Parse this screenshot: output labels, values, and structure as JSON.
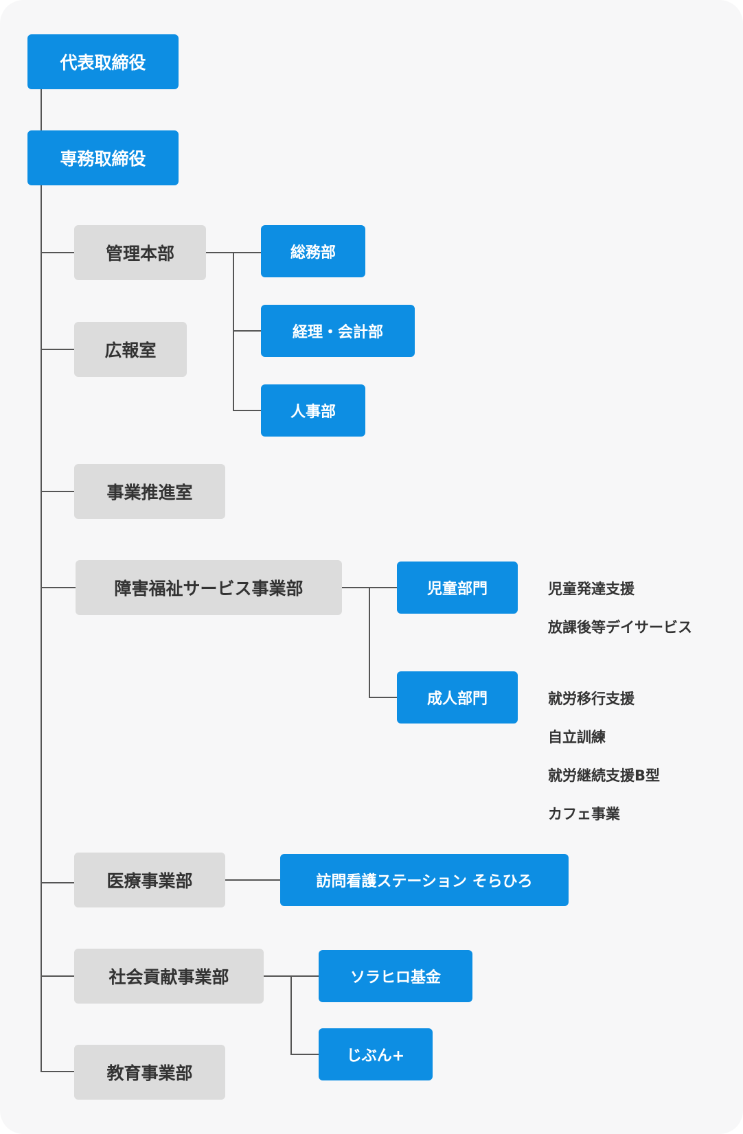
{
  "colors": {
    "primary": "#0d8ee3",
    "secondary_box": "#dcdcdc",
    "background": "#f7f7f8",
    "line": "#555555"
  },
  "executives": {
    "ceo": "代表取締役",
    "managing_director": "専務取締役"
  },
  "divisions": {
    "admin": "管理本部",
    "pr": "広報室",
    "biz_promo": "事業推進室",
    "welfare": "障害福祉サービス事業部",
    "medical": "医療事業部",
    "social": "社会貢献事業部",
    "education": "教育事業部"
  },
  "admin_units": {
    "general_affairs": "総務部",
    "accounting": "経理・会計部",
    "hr": "人事部"
  },
  "welfare_units": {
    "child": "児童部門",
    "adult": "成人部門"
  },
  "child_services": [
    "児童発達支援",
    "放課後等デイサービス"
  ],
  "adult_services": [
    "就労移行支援",
    "自立訓練",
    "就労継続支援B型",
    "カフェ事業"
  ],
  "medical_units": {
    "nursing": "訪問看護ステーション そらひろ"
  },
  "social_units": {
    "fund": "ソラヒロ基金",
    "jibun": "じぶん+"
  }
}
